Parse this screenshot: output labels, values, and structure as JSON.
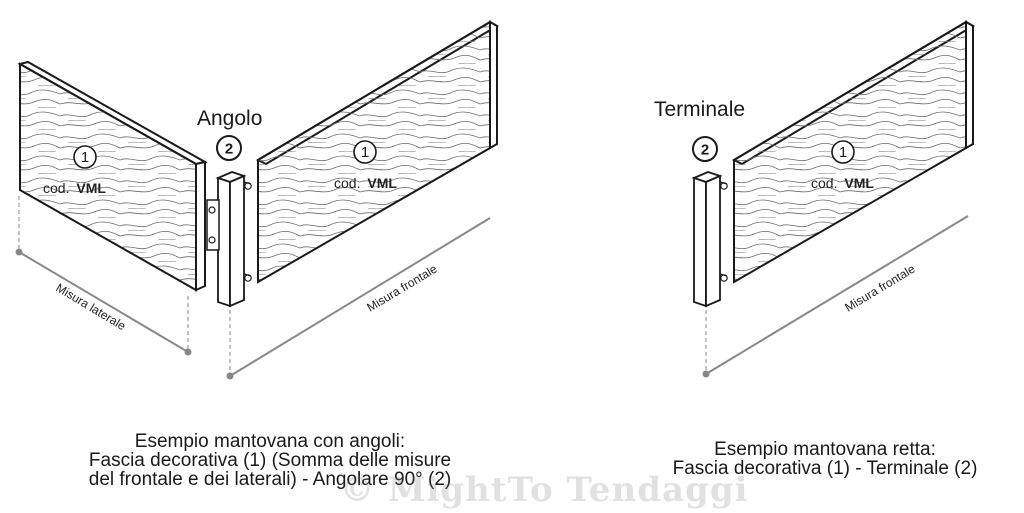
{
  "diagrams": [
    {
      "section_label": "Angolo",
      "corner_number": "2",
      "panel_number": "1",
      "panel_code_prefix": "cod.",
      "panel_code": "VML",
      "measure_side": "Misura laterale",
      "measure_front": "Misura frontale"
    },
    {
      "section_label": "Terminale",
      "corner_number": "2",
      "panel_number": "1",
      "panel_code_prefix": "cod.",
      "panel_code": "VML",
      "measure_front": "Misura frontale"
    }
  ],
  "captions": {
    "left": [
      "Esempio mantovana con angoli:",
      "Fascia decorativa (1) (Somma delle misure",
      "del frontale e dei laterali) - Angolare 90° (2)"
    ],
    "right": [
      "Esempio mantovana retta:",
      "Fascia decorativa (1) - Terminale (2)"
    ]
  },
  "watermark": "© MightTo Tendaggi",
  "colors": {
    "stroke": "#1a1a1a",
    "panel_fill": "#ffffff",
    "wood_grain": "#6a6a6a",
    "measure_line": "#888888"
  }
}
